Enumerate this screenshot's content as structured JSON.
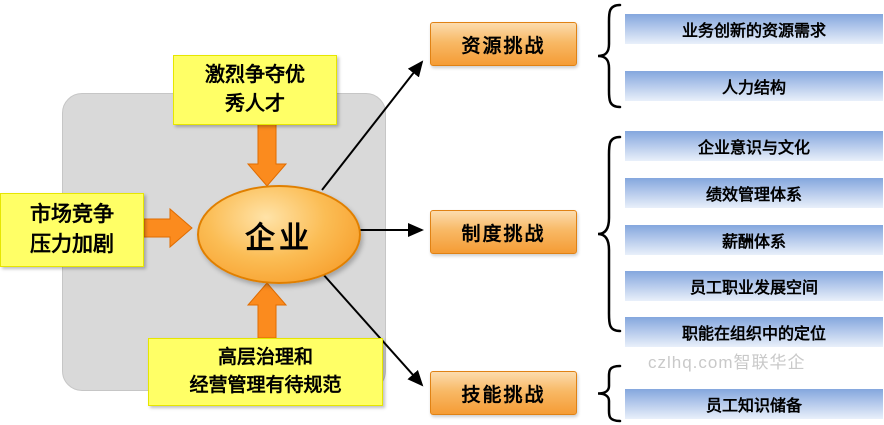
{
  "center_entity": {
    "label": "企业"
  },
  "pressure_boxes": {
    "talent": {
      "line1": "激烈争夺优",
      "line2": "秀人才"
    },
    "market": {
      "line1": "市场竞争",
      "line2": "压力加剧"
    },
    "governance": {
      "line1": "高层治理和",
      "line2": "经营管理有待规范"
    }
  },
  "challenges": [
    {
      "label": "资源挑战",
      "items": [
        "业务创新的资源需求",
        "人力结构"
      ]
    },
    {
      "label": "制度挑战",
      "items": [
        "企业意识与文化",
        "绩效管理体系",
        "薪酬体系",
        "员工职业发展空间",
        "职能在组织中的定位"
      ]
    },
    {
      "label": "技能挑战",
      "items": [
        "员工知识储备"
      ]
    }
  ],
  "watermark": "czlhq.com智联华企",
  "colors": {
    "panel_gray": "#d9d9d9",
    "yellow_box": "#ffff66",
    "orange_arrow": "#fb8b1e",
    "ellipse_orange": "#f6921b",
    "challenge_orange": "#f59c35",
    "bar_blue_top": "#84a7dd",
    "bar_blue_bottom": "#e9f0fa",
    "connector_black": "#000000"
  }
}
